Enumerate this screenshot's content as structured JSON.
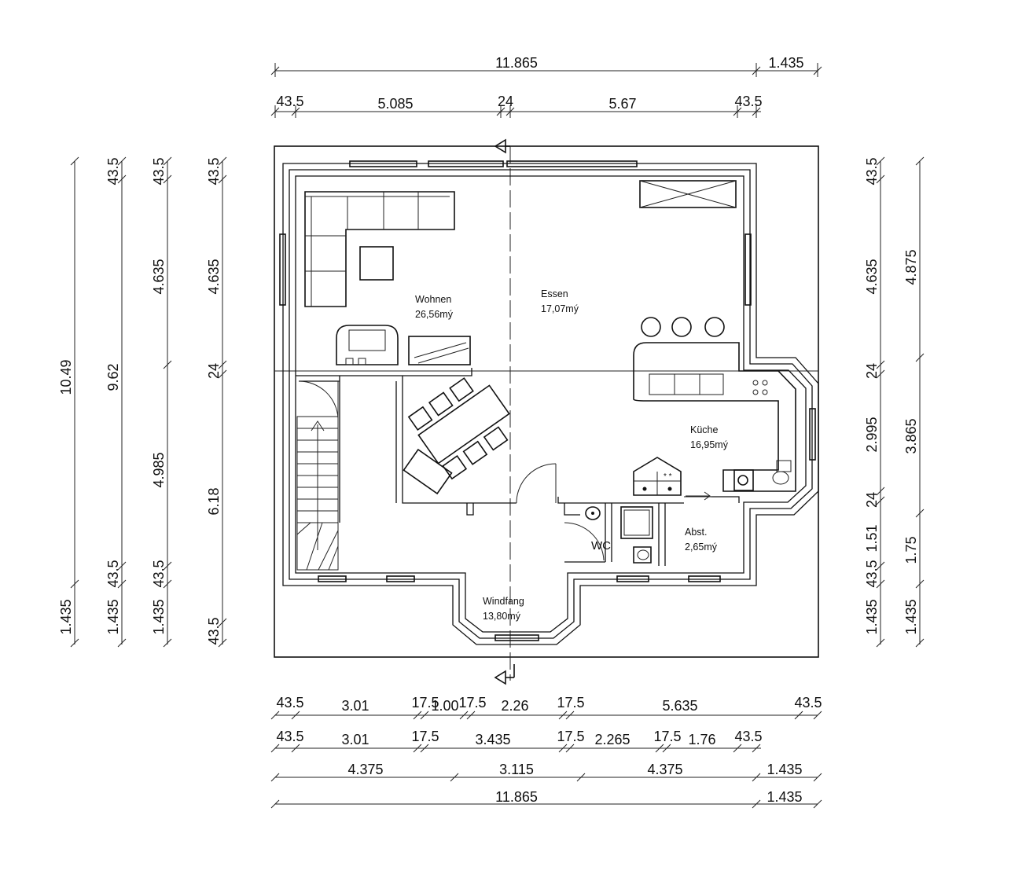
{
  "dims_top": {
    "row1": [
      "11.865",
      "1.435"
    ],
    "row2": [
      "43.5",
      "5.085",
      "24",
      "5.67",
      "43.5"
    ]
  },
  "dims_bottom": {
    "row1": [
      "43.5",
      "3.01",
      "17.5",
      "1.00",
      "17.5",
      "2.26",
      "17.5",
      "5.635",
      "43.5"
    ],
    "row2": [
      "43.5",
      "3.01",
      "17.5",
      "3.435",
      "17.5",
      "2.265",
      "17.5",
      "1.76",
      "43.5"
    ],
    "row3": [
      "4.375",
      "3.115",
      "4.375",
      "1.435"
    ],
    "row4": [
      "11.865",
      "1.435"
    ]
  },
  "dims_left": {
    "col1": [
      "10.49",
      "1.435"
    ],
    "col2": [
      "43.5",
      "9.62",
      "43.5",
      "1.435"
    ],
    "col3": [
      "43.5",
      "4.635",
      "4.985",
      "43.5",
      "1.435"
    ],
    "col4": [
      "43.5",
      "4.635",
      "24",
      "6.18",
      "43.5"
    ]
  },
  "dims_right": {
    "col1": [
      "43.5",
      "4.635",
      "24",
      "2.995",
      "24",
      "1.51",
      "43.5",
      "1.435"
    ],
    "col2": [
      "4.875",
      "3.865",
      "1.75",
      "1.435"
    ]
  },
  "rooms": {
    "wohnen": {
      "name": "Wohnen",
      "area": "26,56mý"
    },
    "essen": {
      "name": "Essen",
      "area": "17,07mý"
    },
    "kueche": {
      "name": "Küche",
      "area": "16,95mý"
    },
    "wc": {
      "name": "WC"
    },
    "abst": {
      "name": "Abst.",
      "area": "2,65mý"
    },
    "windfang": {
      "name": "Windfang",
      "area": "13,80mý"
    }
  }
}
